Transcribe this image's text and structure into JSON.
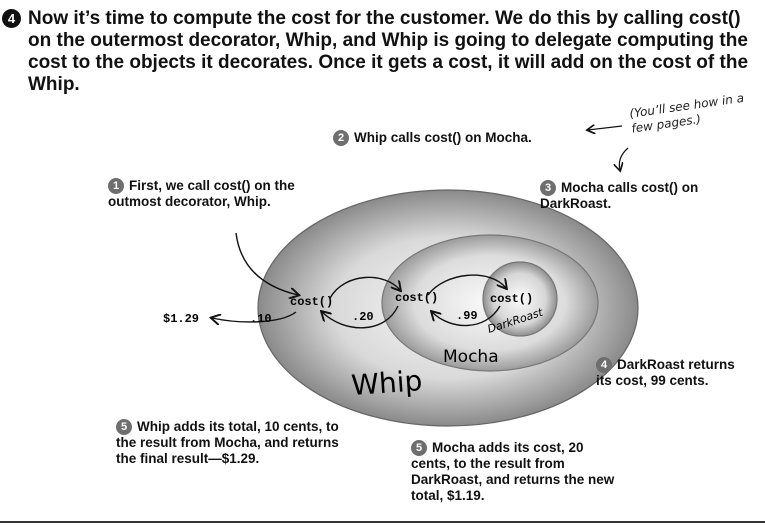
{
  "heading": {
    "step": "4",
    "text": "Now it’s time to compute the cost for the customer.  We do this by calling cost() on the outermost decorator, Whip, and Whip is going to delegate computing the cost to the objects it decorates. Once it gets a cost, it will add on the cost of the Whip."
  },
  "aside_note": "(You’ll see how in a few pages.)",
  "callouts": [
    {
      "step": "1",
      "text": "First, we call cost() on the outmost decorator, Whip."
    },
    {
      "step": "2",
      "text": "Whip calls cost() on Mocha."
    },
    {
      "step": "3",
      "text": "Mocha calls cost() on DarkRoast."
    },
    {
      "step": "4",
      "text": "DarkRoast returns its cost, 99 cents."
    },
    {
      "step": "5",
      "text": "Whip adds its total, 10 cents, to the result from Mocha, and returns the final result—$1.29."
    },
    {
      "step": "5",
      "text": "Mocha adds its cost, 20 cents, to the result from DarkRoast, and returns the new total, $1.19."
    }
  ],
  "diagram": {
    "whip_label": "Whip",
    "mocha_label": "Mocha",
    "darkroast_label": "DarkRoast",
    "whip_cost_call": "cost()",
    "mocha_cost_call": "cost()",
    "darkroast_cost_call": "cost()",
    "final_total": "$1.29",
    "whip_value": ".10",
    "mocha_value": ".20",
    "darkroast_value": ".99"
  }
}
